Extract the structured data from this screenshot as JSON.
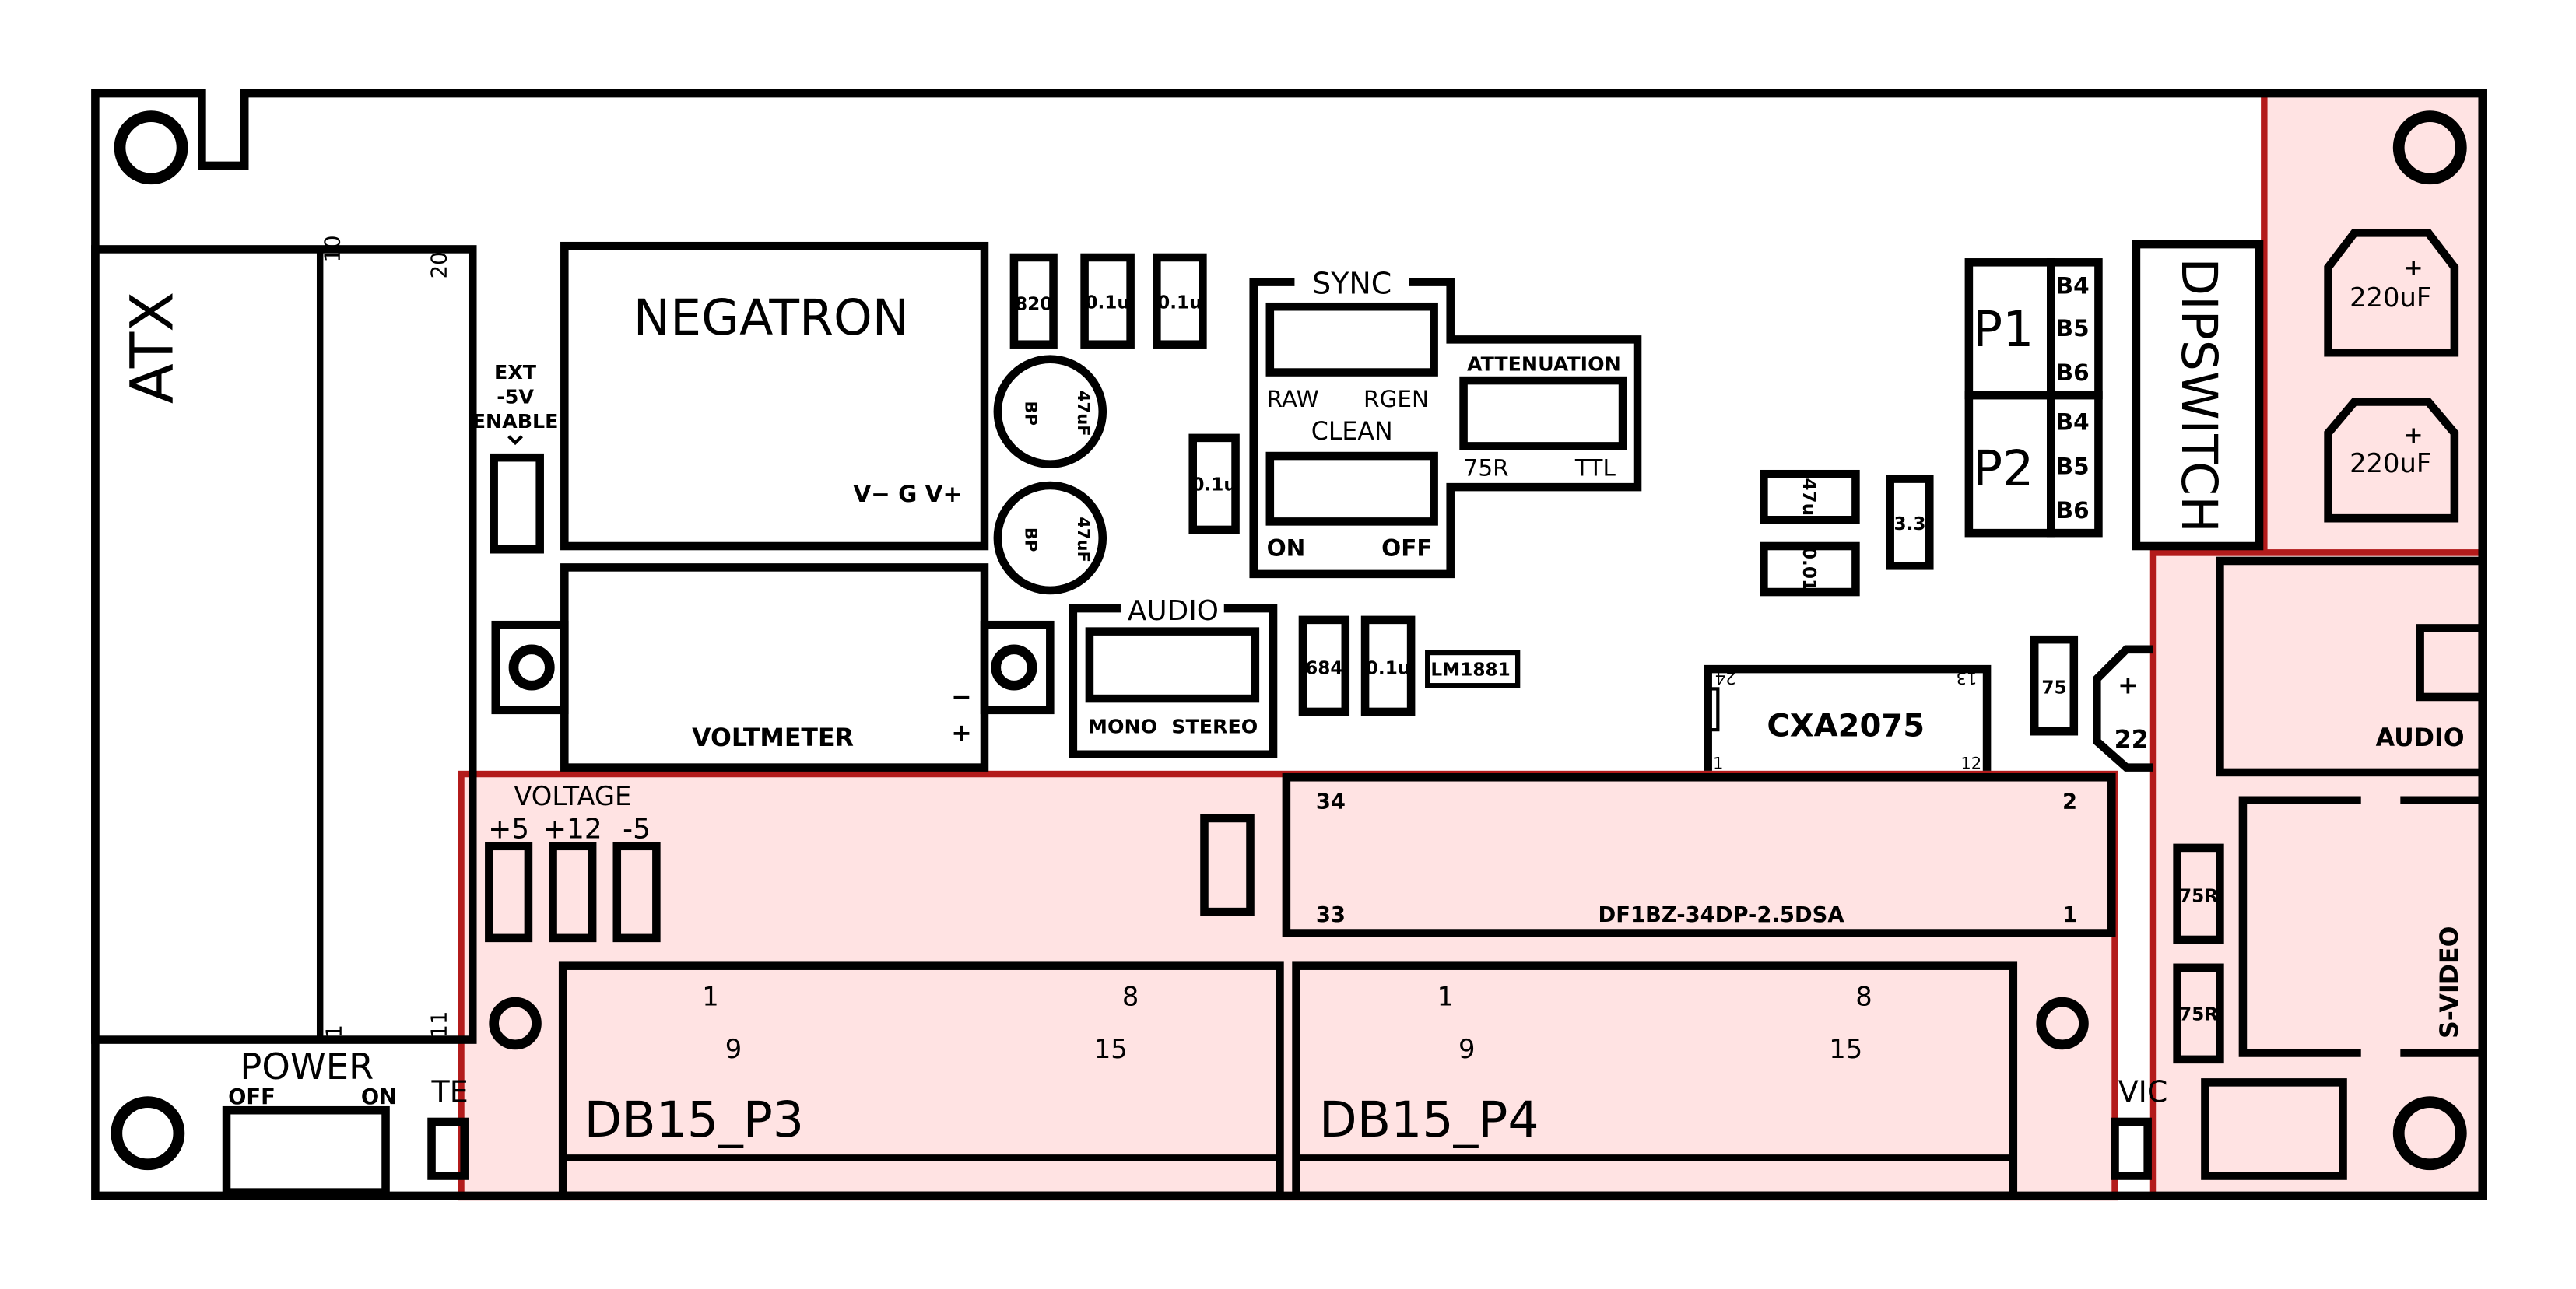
{
  "colors": {
    "zone_fill": "#ffe3e3",
    "zone_stroke": "#b31b1b",
    "ink": "#000000",
    "board": "#ffffff"
  },
  "atx": {
    "label": "ATX",
    "pin_10": "10",
    "pin_20": "20",
    "pin_1": "1",
    "pin_11": "11"
  },
  "power": {
    "label": "POWER",
    "off": "OFF",
    "on": "ON",
    "partial_label": "TE"
  },
  "ext": {
    "line1": "EXT",
    "line2": "-5V",
    "line3": "ENABLE"
  },
  "negatron": {
    "label": "NEGATRON",
    "pins": "V−  G  V+"
  },
  "caps": {
    "c1": "820",
    "c2": "0.1u",
    "c3": "0.1u",
    "c4": "0.1u",
    "c5": "684",
    "c6": "0.1u",
    "c7": "47u",
    "c8": "0.01",
    "c9": "3.3",
    "c10": "75",
    "c11": "22",
    "bp": "BP",
    "cap47": "47uF",
    "plus": "+"
  },
  "voltmeter": {
    "label": "VOLTMETER",
    "minus": "−",
    "plus": "+"
  },
  "sync": {
    "title": "SYNC",
    "raw": "RAW",
    "rgen": "RGEN",
    "clean": "CLEAN",
    "on": "ON",
    "off": "OFF"
  },
  "attenuation": {
    "title": "ATTENUATION",
    "left": "75R",
    "right": "TTL"
  },
  "audio_switch": {
    "title": "AUDIO",
    "mono": "MONO",
    "stereo": "STEREO"
  },
  "lm1881": {
    "label": "LM1881"
  },
  "cxa": {
    "label": "CXA2075",
    "pin24": "24",
    "pin13": "13",
    "pin1": "1",
    "pin12": "12"
  },
  "p_headers": {
    "p1": "P1",
    "p2": "P2",
    "b4": "B4",
    "b5": "B5",
    "b6": "B6"
  },
  "dipswitch": {
    "label": "DIPSWITCH"
  },
  "right_caps": {
    "value": "220uF",
    "plus": "+"
  },
  "audio_jack": {
    "label": "AUDIO"
  },
  "svideo": {
    "label": "S-VIDEO",
    "r1": "75R",
    "r2": "75R"
  },
  "voltage": {
    "title": "VOLTAGE",
    "v5": "+5",
    "v12": "+12",
    "vneg5": "-5"
  },
  "df1bz": {
    "label": "DF1BZ-34DP-2.5DSA",
    "pin34": "34",
    "pin2": "2",
    "pin33": "33",
    "pin1": "1"
  },
  "db15_p3": {
    "label": "DB15_P3",
    "pin1": "1",
    "pin8": "8",
    "pin9": "9",
    "pin15": "15"
  },
  "db15_p4": {
    "label": "DB15_P4",
    "pin1": "1",
    "pin8": "8",
    "pin9": "9",
    "pin15": "15"
  },
  "partial_vid": "VIC"
}
